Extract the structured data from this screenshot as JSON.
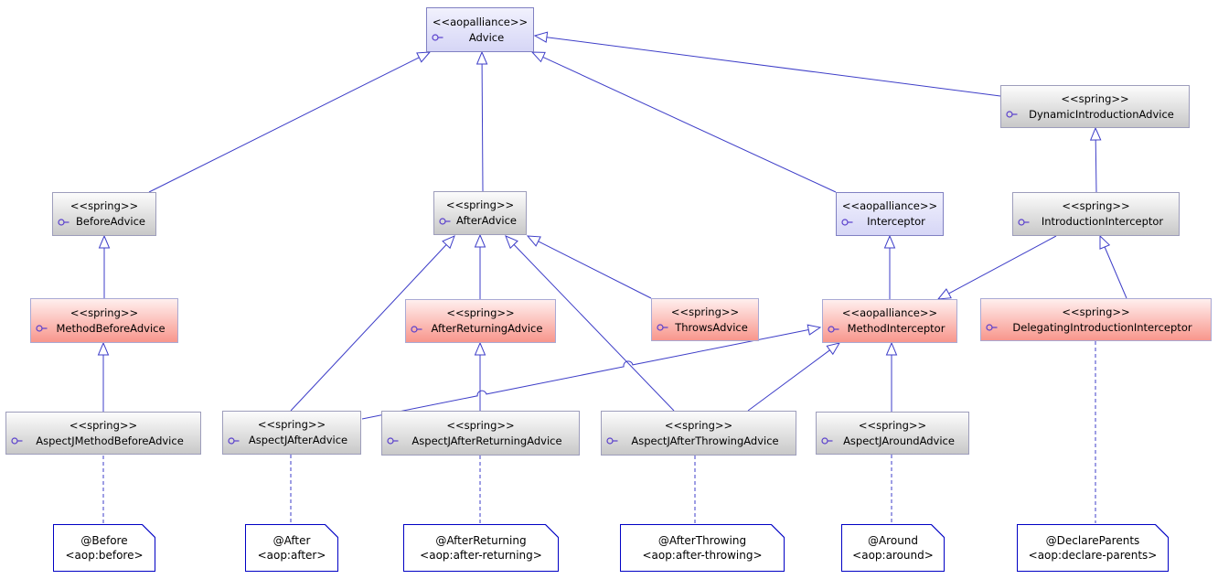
{
  "palette": {
    "edge_color": "#3e3ec8",
    "note_border_color": "#0000c4",
    "note_background": "#ffffff",
    "interface_icon_color": "#5a40cc",
    "variants": {
      "blue": {
        "top": "#f1f1fd",
        "bottom": "#d6d6f6",
        "border": "#8080c2"
      },
      "gray": {
        "top": "#fcfcfc",
        "bottom": "#c8c8c8",
        "border": "#9d9dbb"
      },
      "red": {
        "top": "#ffefee",
        "bottom": "#f8968c",
        "border": "#a9a9d4"
      }
    }
  },
  "nodes": [
    {
      "id": "Advice",
      "stereotype": "<<aopalliance>>",
      "name": "Advice",
      "variant": "blue"
    },
    {
      "id": "BeforeAdvice",
      "stereotype": "<<spring>>",
      "name": "BeforeAdvice",
      "variant": "gray"
    },
    {
      "id": "AfterAdvice",
      "stereotype": "<<spring>>",
      "name": "AfterAdvice",
      "variant": "gray"
    },
    {
      "id": "Interceptor",
      "stereotype": "<<aopalliance>>",
      "name": "Interceptor",
      "variant": "blue"
    },
    {
      "id": "DynamicIntroductionAdvice",
      "stereotype": "<<spring>>",
      "name": "DynamicIntroductionAdvice",
      "variant": "gray"
    },
    {
      "id": "IntroductionInterceptor",
      "stereotype": "<<spring>>",
      "name": "IntroductionInterceptor",
      "variant": "gray"
    },
    {
      "id": "MethodBeforeAdvice",
      "stereotype": "<<spring>>",
      "name": "MethodBeforeAdvice",
      "variant": "red"
    },
    {
      "id": "AfterReturningAdvice",
      "stereotype": "<<spring>>",
      "name": "AfterReturningAdvice",
      "variant": "red"
    },
    {
      "id": "ThrowsAdvice",
      "stereotype": "<<spring>>",
      "name": "ThrowsAdvice",
      "variant": "red"
    },
    {
      "id": "MethodInterceptor",
      "stereotype": "<<aopalliance>>",
      "name": "MethodInterceptor",
      "variant": "red"
    },
    {
      "id": "DelegatingIntroductionInterceptor",
      "stereotype": "<<spring>>",
      "name": "DelegatingIntroductionInterceptor",
      "variant": "red"
    },
    {
      "id": "AspectJMethodBeforeAdvice",
      "stereotype": "<<spring>>",
      "name": "AspectJMethodBeforeAdvice",
      "variant": "gray"
    },
    {
      "id": "AspectJAfterAdvice",
      "stereotype": "<<spring>>",
      "name": "AspectJAfterAdvice",
      "variant": "gray"
    },
    {
      "id": "AspectJAfterReturningAdvice",
      "stereotype": "<<spring>>",
      "name": "AspectJAfterReturningAdvice",
      "variant": "gray"
    },
    {
      "id": "AspectJAfterThrowingAdvice",
      "stereotype": "<<spring>>",
      "name": "AspectJAfterThrowingAdvice",
      "variant": "gray"
    },
    {
      "id": "AspectJAroundAdvice",
      "stereotype": "<<spring>>",
      "name": "AspectJAroundAdvice",
      "variant": "gray"
    }
  ],
  "notes": [
    {
      "id": "before",
      "line1": "@Before",
      "line2": "<aop:before>"
    },
    {
      "id": "after",
      "line1": "@After",
      "line2": "<aop:after>"
    },
    {
      "id": "after-returning",
      "line1": "@AfterReturning",
      "line2": "<aop:after-returning>"
    },
    {
      "id": "after-throwing",
      "line1": "@AfterThrowing",
      "line2": "<aop:after-throwing>"
    },
    {
      "id": "around",
      "line1": "@Around",
      "line2": "<aop:around>"
    },
    {
      "id": "declare-parents",
      "line1": "@DeclareParents",
      "line2": "<aop:declare-parents>"
    }
  ],
  "relationships": [
    {
      "from": "BeforeAdvice",
      "to": "Advice",
      "type": "generalization"
    },
    {
      "from": "AfterAdvice",
      "to": "Advice",
      "type": "generalization"
    },
    {
      "from": "Interceptor",
      "to": "Advice",
      "type": "generalization"
    },
    {
      "from": "DynamicIntroductionAdvice",
      "to": "Advice",
      "type": "generalization"
    },
    {
      "from": "MethodBeforeAdvice",
      "to": "BeforeAdvice",
      "type": "generalization"
    },
    {
      "from": "AspectJMethodBeforeAdvice",
      "to": "MethodBeforeAdvice",
      "type": "generalization"
    },
    {
      "from": "AfterReturningAdvice",
      "to": "AfterAdvice",
      "type": "generalization"
    },
    {
      "from": "AspectJAfterAdvice",
      "to": "AfterAdvice",
      "type": "generalization"
    },
    {
      "from": "AspectJAfterThrowingAdvice",
      "to": "AfterAdvice",
      "type": "generalization"
    },
    {
      "from": "ThrowsAdvice",
      "to": "AfterAdvice",
      "type": "generalization"
    },
    {
      "from": "AspectJAfterReturningAdvice",
      "to": "AfterReturningAdvice",
      "type": "generalization"
    },
    {
      "from": "AspectJAfterAdvice",
      "to": "MethodInterceptor",
      "type": "generalization"
    },
    {
      "from": "AspectJAfterThrowingAdvice",
      "to": "MethodInterceptor",
      "type": "generalization"
    },
    {
      "from": "AspectJAroundAdvice",
      "to": "MethodInterceptor",
      "type": "generalization"
    },
    {
      "from": "MethodInterceptor",
      "to": "Interceptor",
      "type": "generalization"
    },
    {
      "from": "IntroductionInterceptor",
      "to": "MethodInterceptor",
      "type": "generalization"
    },
    {
      "from": "IntroductionInterceptor",
      "to": "DynamicIntroductionAdvice",
      "type": "generalization"
    },
    {
      "from": "DelegatingIntroductionInterceptor",
      "to": "IntroductionInterceptor",
      "type": "generalization"
    }
  ],
  "note_attachments": [
    {
      "note": "before",
      "to": "AspectJMethodBeforeAdvice"
    },
    {
      "note": "after",
      "to": "AspectJAfterAdvice"
    },
    {
      "note": "after-returning",
      "to": "AspectJAfterReturningAdvice"
    },
    {
      "note": "after-throwing",
      "to": "AspectJAfterThrowingAdvice"
    },
    {
      "note": "around",
      "to": "AspectJAroundAdvice"
    },
    {
      "note": "declare-parents",
      "to": "DelegatingIntroductionInterceptor"
    }
  ]
}
